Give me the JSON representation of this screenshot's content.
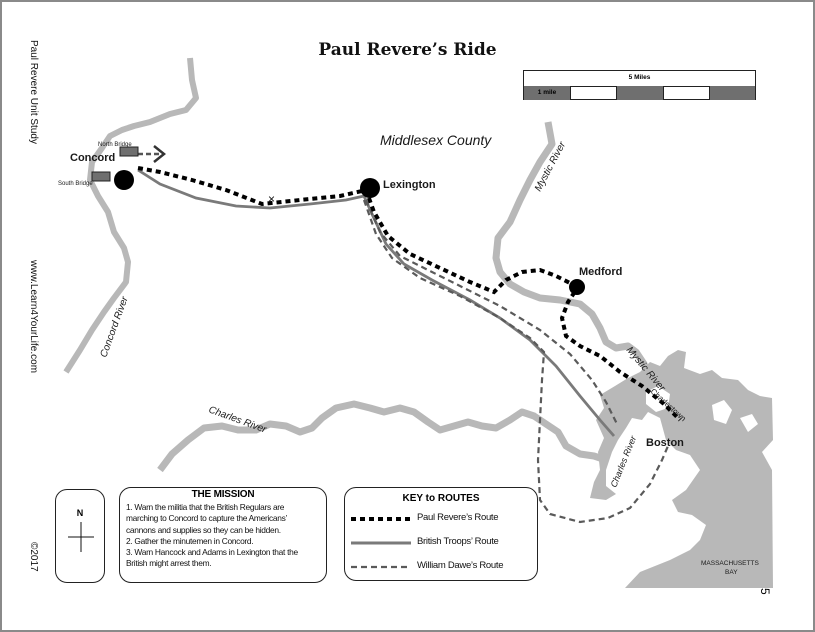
{
  "title": "Paul Revere’s Ride",
  "sidebar": {
    "unit_study": "Paul Revere Unit Study",
    "website": "www.Learn4YourLife.com",
    "copyright": "©2017"
  },
  "page_number": "5",
  "scale": {
    "top_label": "5 Miles",
    "bottom_label": "1 mile"
  },
  "places": {
    "region": "Middlesex County",
    "concord": "Concord",
    "lexington": "Lexington",
    "medford": "Medford",
    "boston": "Boston",
    "charlestown": "Charlestown",
    "north_bridge": "North Bridge",
    "south_bridge": "South Bridge",
    "bay": [
      "MASSACHUSETTS",
      "BAY"
    ]
  },
  "rivers": {
    "concord": "Concord River",
    "charles": "Charles River",
    "charles_boston": "Charles River",
    "mystic_north": "Mystic River",
    "mystic_east": "Mystic River"
  },
  "compass": {
    "north": "N"
  },
  "mission": {
    "title": "THE MISSION",
    "lines": [
      "1. Warn the militia that the British Regulars are",
      "marching to Concord to capture the Americans’",
      "cannons and supplies so they can be hidden.",
      "2. Gather the minutemen in Concord.",
      "3. Warn Hancock and Adams in Lexington that the",
      "British might arrest them."
    ]
  },
  "key": {
    "title": "KEY to ROUTES",
    "routes": [
      {
        "label": "Paul Revere’s Route",
        "style": "dotted-black"
      },
      {
        "label": "British Troops’ Route",
        "style": "gray-solid"
      },
      {
        "label": "William Dawe’s Route",
        "style": "dashed-gray"
      }
    ]
  },
  "colors": {
    "water": "#b8b8b8",
    "revere_route": "#000000",
    "british_route": "#7a7a7a",
    "dawes_route": "#5a5a5a",
    "scale_dark": "#6f6f6f"
  }
}
